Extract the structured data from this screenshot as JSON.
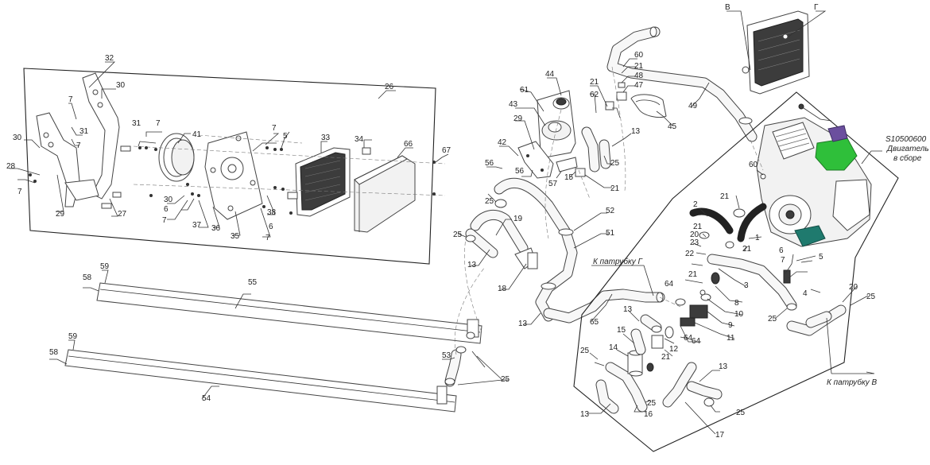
{
  "annotations": {
    "engine_assembly": [
      "S10500600",
      "Двигатель",
      "в сборе"
    ],
    "to_pipe_g": "К патрубку Г",
    "to_pipe_v": "К патрубку В"
  },
  "letters": {
    "g": "Г",
    "v": "В"
  },
  "callouts": {
    "c1": "1",
    "c2": "2",
    "c3": "3",
    "c4": "4",
    "c5": "5",
    "c6": "6",
    "c7": "7",
    "c8": "8",
    "c9": "9",
    "c10": "10",
    "c11": "11",
    "c12": "12",
    "c13": "13",
    "c14": "14",
    "c15": "15",
    "c16": "16",
    "c17": "17",
    "c18": "18",
    "c19": "19",
    "c20": "20",
    "c21": "21",
    "c22": "22",
    "c23": "23",
    "c25": "25",
    "c26": "26",
    "c27": "27",
    "c28": "28",
    "c29": "29",
    "c30": "30",
    "c31": "31",
    "c32": "32",
    "c33": "33",
    "c34": "34",
    "c35": "35",
    "c36": "36",
    "c37": "37",
    "c38": "38",
    "c41": "41",
    "c42": "42",
    "c43": "43",
    "c44": "44",
    "c45": "45",
    "c47": "47",
    "c48": "48",
    "c49": "49",
    "c51": "51",
    "c52": "52",
    "c53": "53",
    "c54": "54",
    "c55": "55",
    "c56": "56",
    "c57": "57",
    "c58": "58",
    "c59": "59",
    "c60": "60",
    "c61": "61",
    "c62": "62",
    "c64": "64",
    "c65": "65",
    "c66": "66",
    "c67": "67"
  },
  "colors": {
    "engine_manifold": "#2fbf3a",
    "engine_teal": "#1f7a6e",
    "engine_purple": "#6b4f9e",
    "line": "#333333"
  }
}
